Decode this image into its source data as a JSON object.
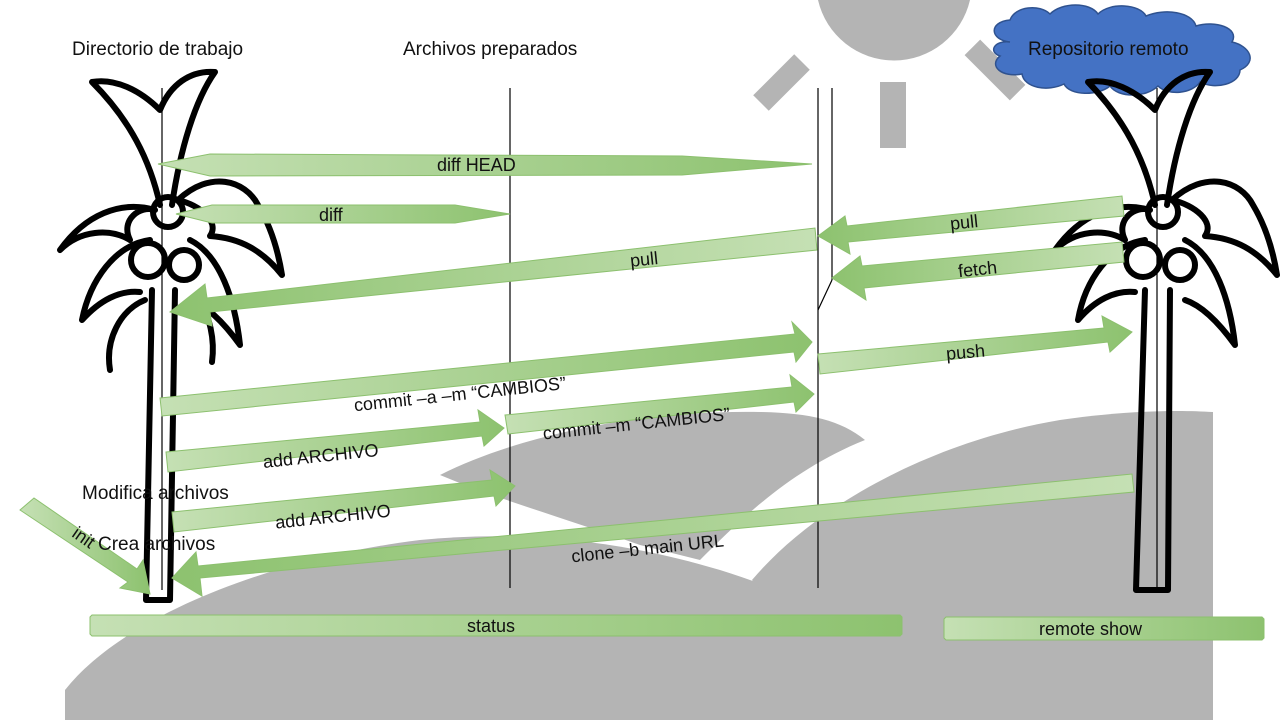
{
  "headers": {
    "working_dir": "Directorio de trabajo",
    "staged": "Archivos preparados",
    "remote": "Repositorio remoto"
  },
  "side_labels": {
    "modify": "Modifica archivos",
    "create": "Crea archivos"
  },
  "arrows": {
    "diff_head": "diff HEAD",
    "diff": "diff",
    "pull_remote": "pull",
    "pull_local": "pull",
    "fetch": "fetch",
    "commit_a": "commit –a –m “CAMBIOS”",
    "push": "push",
    "add_1": "add ARCHIVO",
    "commit_m": "commit –m “CAMBIOS”",
    "add_2": "add ARCHIVO",
    "clone": "clone –b main URL",
    "init": "init",
    "status": "status",
    "remote_show": "remote show"
  },
  "colors": {
    "arrow_fill": "#a9d18e",
    "arrow_stroke": "#8cc06e",
    "cloud": "#4472c4",
    "cloud_stroke": "#2f528f",
    "background_shapes": "#b4b4b4",
    "tree_outline": "#000000"
  }
}
